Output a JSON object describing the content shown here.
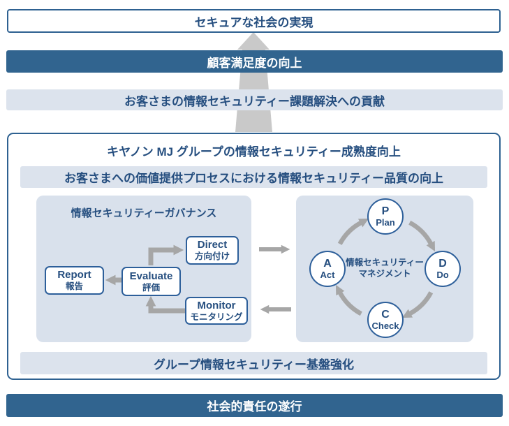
{
  "diagram": {
    "top_box_label": "セキュアな社会の実現",
    "bar_customer_satisfaction": "顧客満足度の向上",
    "bar_contribution": "お客さまの情報セキュリティー課題解決への貢献",
    "group_box": {
      "title": "キヤノン MJ グループの情報セキュリティー成熟度向上",
      "bar_value_process": "お客さまへの価値提供プロセスにおける情報セキュリティー品質の向上",
      "governance": {
        "title": "情報セキュリティーガバナンス",
        "nodes": {
          "direct": {
            "en": "Direct",
            "ja": "方向付け"
          },
          "evaluate": {
            "en": "Evaluate",
            "ja": "評価"
          },
          "report": {
            "en": "Report",
            "ja": "報告"
          },
          "monitor": {
            "en": "Monitor",
            "ja": "モニタリング"
          }
        }
      },
      "management": {
        "center_line1": "情報セキュリティー",
        "center_line2": "マネジメント",
        "nodes": {
          "plan": {
            "letter": "P",
            "word": "Plan"
          },
          "do": {
            "letter": "D",
            "word": "Do"
          },
          "check": {
            "letter": "C",
            "word": "Check"
          },
          "act": {
            "letter": "A",
            "word": "Act"
          }
        }
      },
      "bar_foundation": "グループ情報セキュリティー基盤強化"
    },
    "bar_social_responsibility": "社会的責任の遂行",
    "colors": {
      "navy_bar": "#31648f",
      "light_bar": "#dce3ed",
      "panel_bg": "#d9e1ec",
      "node_border": "#2d5f9a",
      "outer_border": "#2e6191",
      "text_navy": "#254e7f",
      "arrow_gray_large": "#c9c9c9",
      "arrow_gray_small": "#a6a6a6"
    }
  }
}
